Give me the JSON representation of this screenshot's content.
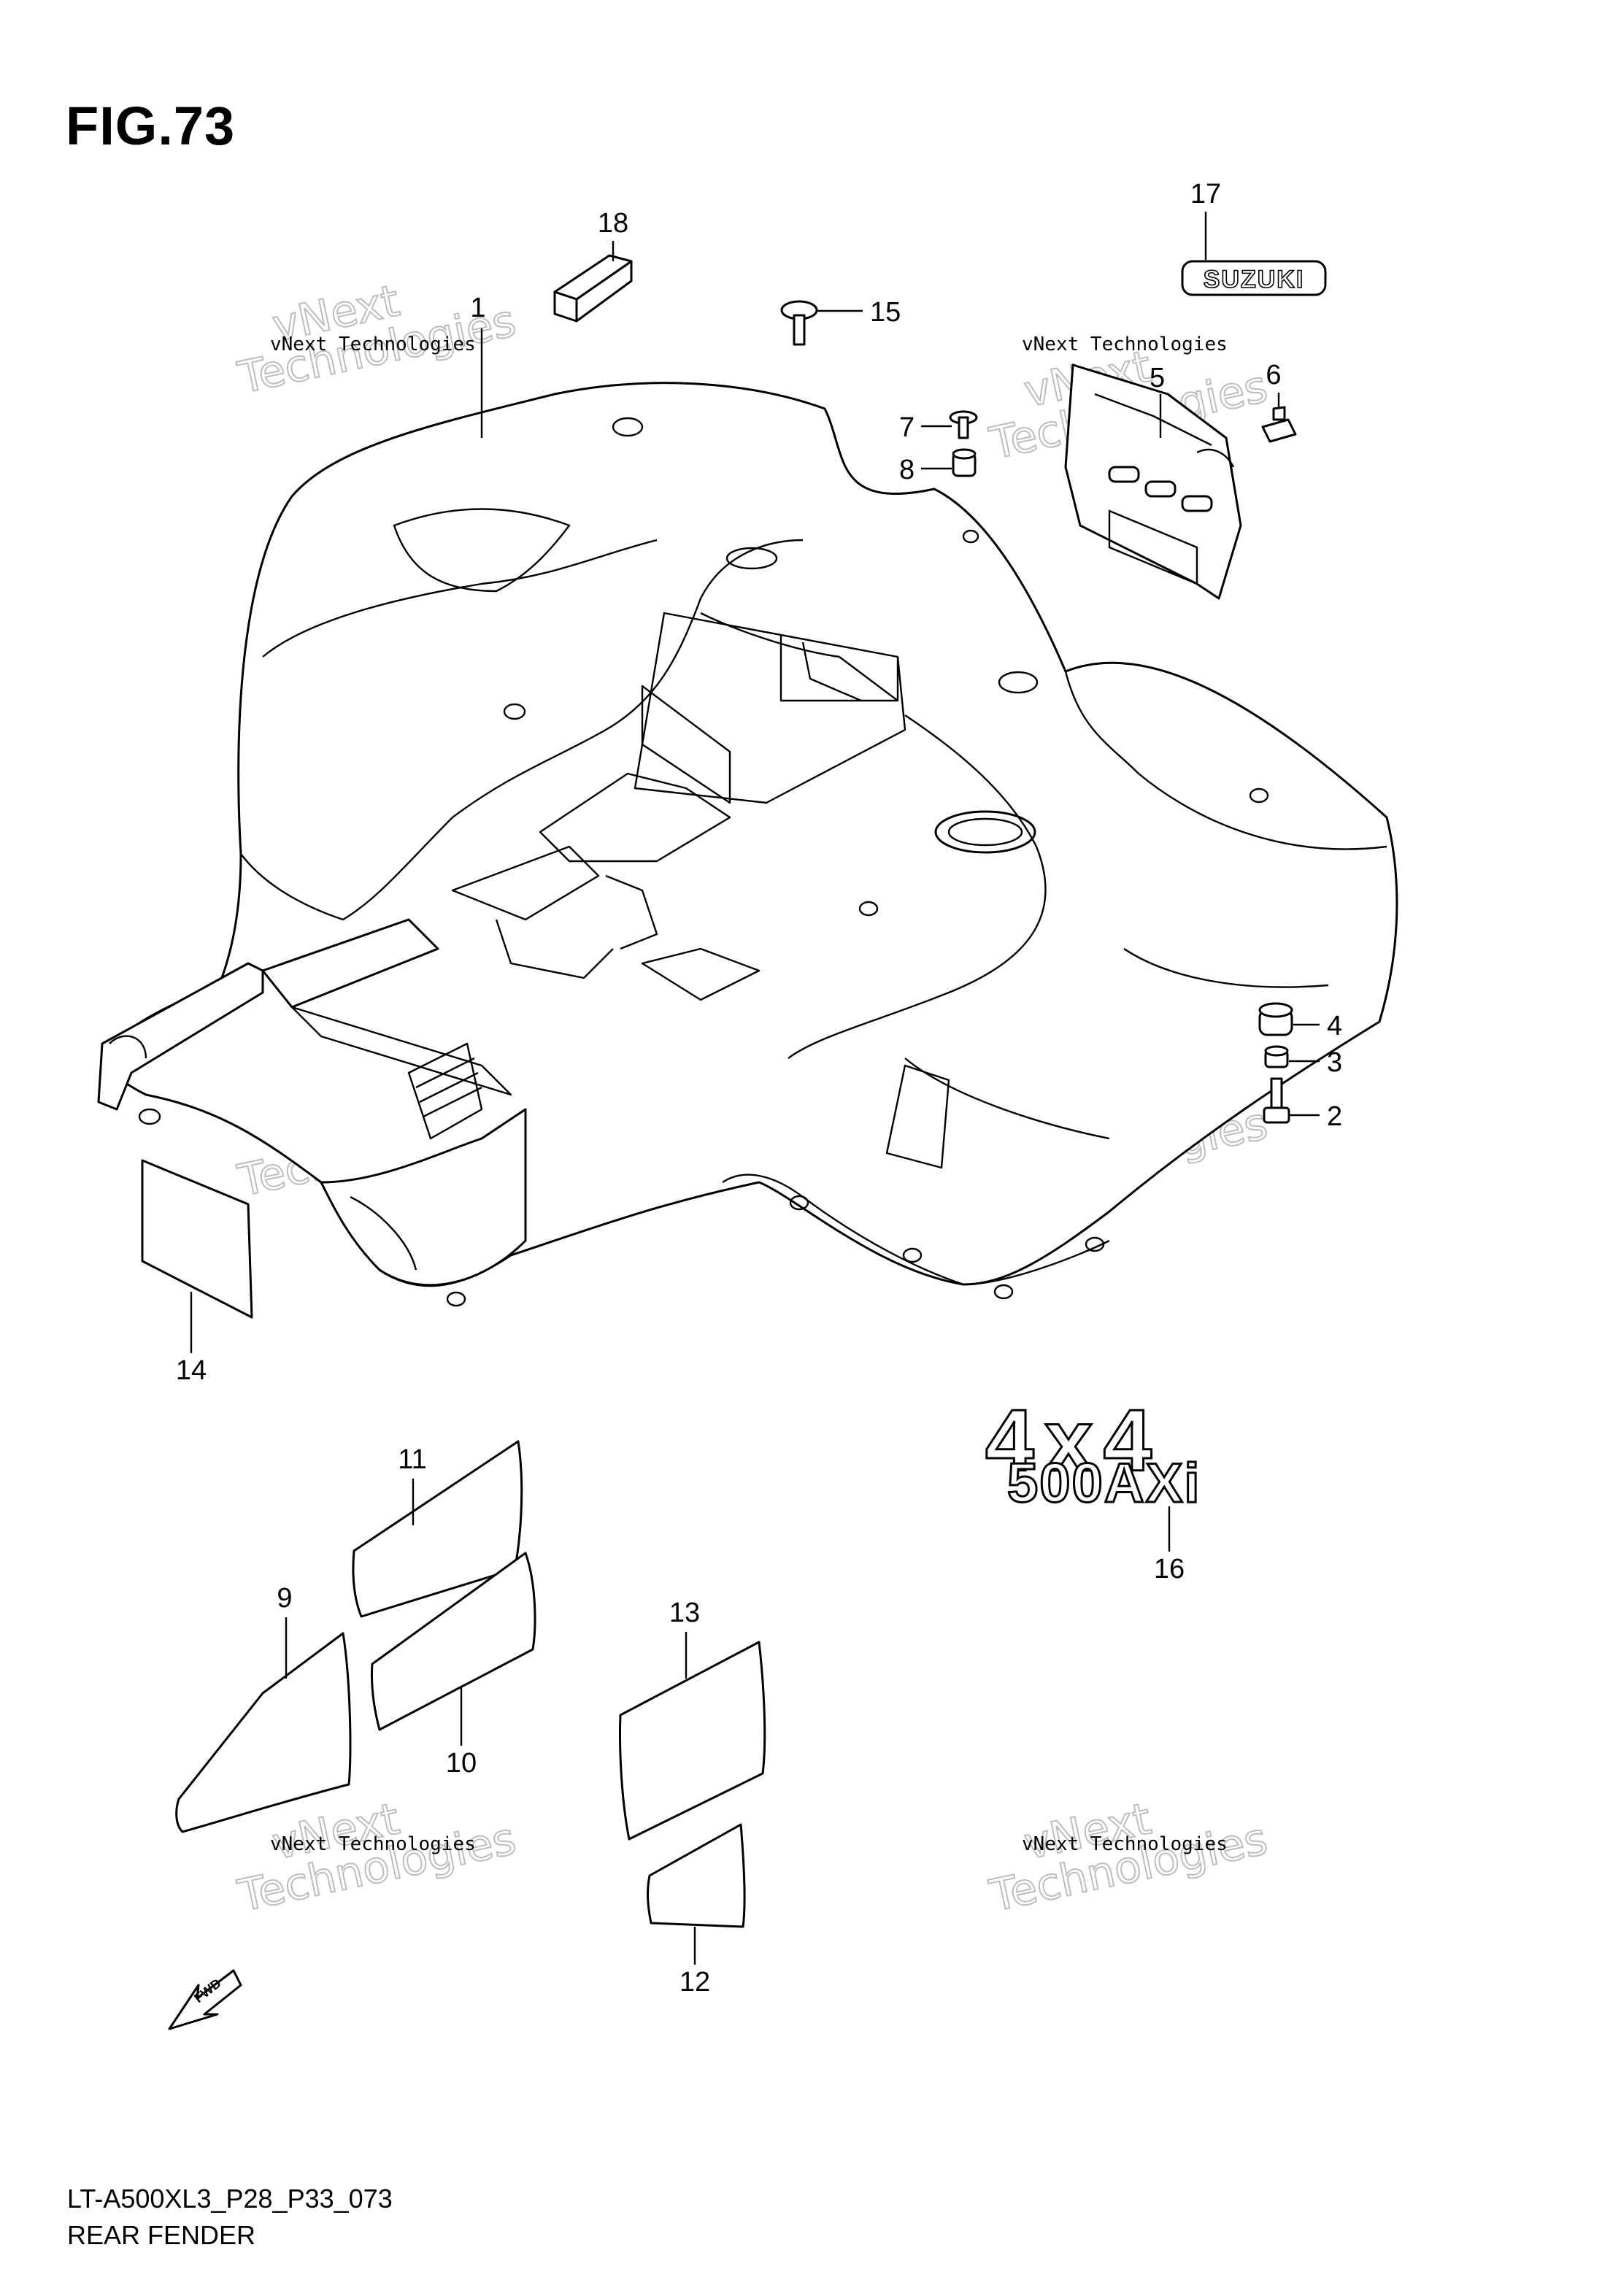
{
  "figure": {
    "title": "FIG.73",
    "model_code": "LT-A500XL3_P28_P33_073",
    "section_name": "REAR FENDER"
  },
  "callouts": [
    {
      "number": "1"
    },
    {
      "number": "2"
    },
    {
      "number": "3"
    },
    {
      "number": "4"
    },
    {
      "number": "5"
    },
    {
      "number": "6"
    },
    {
      "number": "7"
    },
    {
      "number": "8"
    },
    {
      "number": "9"
    },
    {
      "number": "10"
    },
    {
      "number": "11"
    },
    {
      "number": "12"
    },
    {
      "number": "13"
    },
    {
      "number": "14"
    },
    {
      "number": "15"
    },
    {
      "number": "16"
    },
    {
      "number": "17"
    },
    {
      "number": "18"
    }
  ],
  "emblems": {
    "suzuki_badge": "SUZUKI",
    "model_badge_top": "4x4",
    "model_badge_bottom": "500AXi",
    "fwd_arrow": "FWD"
  },
  "watermark": {
    "line1": "vNext Technologies",
    "line2": "Technologies",
    "line3": "vNext"
  }
}
